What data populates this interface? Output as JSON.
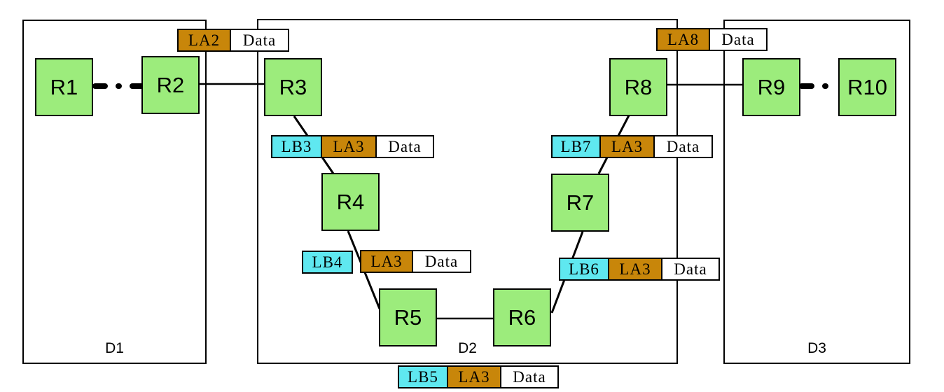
{
  "colors": {
    "router_fill": "#9cec7c",
    "label_a_fill": "#c8860a",
    "label_b_fill": "#5fe8f0",
    "data_fill": "#ffffff",
    "line": "#000000"
  },
  "domains": [
    {
      "label": "D1"
    },
    {
      "label": "D2"
    },
    {
      "label": "D3"
    }
  ],
  "routers": [
    {
      "label": "R1"
    },
    {
      "label": "R2"
    },
    {
      "label": "R3"
    },
    {
      "label": "R4"
    },
    {
      "label": "R5"
    },
    {
      "label": "R6"
    },
    {
      "label": "R7"
    },
    {
      "label": "R8"
    },
    {
      "label": "R9"
    },
    {
      "label": "R10"
    }
  ],
  "stacks": {
    "la2": {
      "cells": [
        {
          "kind": "label-a",
          "text": "LA2"
        },
        {
          "kind": "data",
          "text": "Data"
        }
      ]
    },
    "lb3": {
      "cells": [
        {
          "kind": "label-b",
          "text": "LB3"
        },
        {
          "kind": "label-a",
          "text": "LA3"
        },
        {
          "kind": "data",
          "text": "Data"
        }
      ]
    },
    "lb4": {
      "cells": [
        {
          "kind": "label-b",
          "text": "LB4"
        }
      ]
    },
    "la3mid": {
      "cells": [
        {
          "kind": "label-a",
          "text": "LA3"
        },
        {
          "kind": "data",
          "text": "Data"
        }
      ]
    },
    "lb5": {
      "cells": [
        {
          "kind": "label-b",
          "text": "LB5"
        },
        {
          "kind": "label-a",
          "text": "LA3"
        },
        {
          "kind": "data",
          "text": "Data"
        }
      ]
    },
    "lb6": {
      "cells": [
        {
          "kind": "label-b",
          "text": "LB6"
        },
        {
          "kind": "label-a",
          "text": "LA3"
        },
        {
          "kind": "data",
          "text": "Data"
        }
      ]
    },
    "lb7": {
      "cells": [
        {
          "kind": "label-b",
          "text": "LB7"
        },
        {
          "kind": "label-a",
          "text": "LA3"
        },
        {
          "kind": "data",
          "text": "Data"
        }
      ]
    },
    "la8": {
      "cells": [
        {
          "kind": "label-a",
          "text": "LA8"
        },
        {
          "kind": "data",
          "text": "Data"
        }
      ]
    }
  }
}
